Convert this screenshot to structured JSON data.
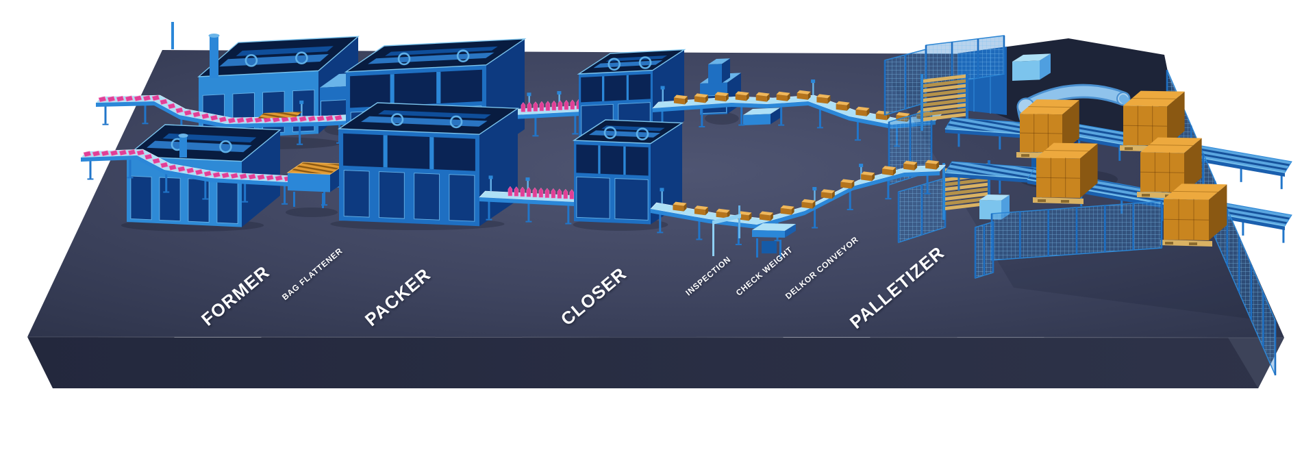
{
  "diagram": {
    "type": "isometric-packaging-line-render",
    "stations": [
      {
        "id": "former",
        "label": "FORMER",
        "size": "large"
      },
      {
        "id": "bag-flattener",
        "label": "BAG FLATTENER",
        "size": "small"
      },
      {
        "id": "packer",
        "label": "PACKER",
        "size": "large"
      },
      {
        "id": "closer",
        "label": "CLOSER",
        "size": "large"
      },
      {
        "id": "inspection",
        "label": "INSPECTION",
        "size": "small"
      },
      {
        "id": "check-weight",
        "label": "CHECK WEIGHT",
        "size": "small"
      },
      {
        "id": "delkor-conveyor",
        "label": "DELKOR CONVEYOR",
        "size": "small"
      },
      {
        "id": "palletizer",
        "label": "PALLETIZER",
        "size": "large"
      }
    ],
    "palette": {
      "background": "#ffffff",
      "platform_top_light": "#4f5572",
      "platform_top": "#3f4560",
      "platform_top_dark": "#2e344b",
      "platform_front": "#262b41",
      "platform_front_right": "#3d4359",
      "machine_blue": "#1e6fc2",
      "machine_blue_bright": "#2b87d8",
      "machine_blue_light": "#6ab4e9",
      "machine_blue_pale": "#aee0f6",
      "machine_blue_deep": "#0d3a80",
      "machine_navy": "#0a2455",
      "opening_dark": "#081c40",
      "conveyor_leg": "#2176ca",
      "fence_blue": "#2b85d4",
      "robot_blue": "#8fc3ec",
      "bag_pink": "#e03f96",
      "bag_pink_light": "#f684c0",
      "package_orange": "#e09a33",
      "package_orange_dark": "#8a5812",
      "package_orange_light": "#f0b75a",
      "pallet_tan": "#d9b263",
      "dark_block": "#1d2438",
      "label_text": "#ffffff"
    }
  }
}
